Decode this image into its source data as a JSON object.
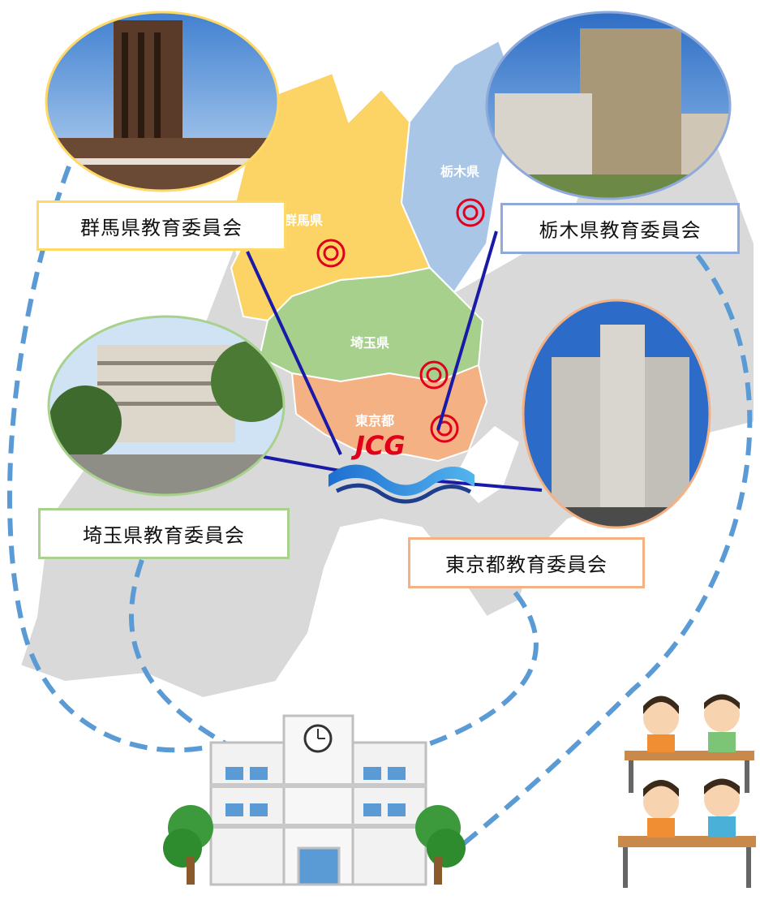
{
  "map": {
    "prefectures": [
      {
        "name": "群馬県",
        "color": "#FCD466"
      },
      {
        "name": "栃木県",
        "color": "#A9C6E6"
      },
      {
        "name": "埼玉県",
        "color": "#A8D08D"
      },
      {
        "name": "東京都",
        "color": "#F4B183"
      }
    ],
    "land_color": "#D9D9D9",
    "marker_color": "#E0001B",
    "link_color": "#1A1AA8",
    "dash_color": "#5B9BD5"
  },
  "logo": {
    "text": "JCG"
  },
  "labels": [
    {
      "text": "群馬県教育委員会",
      "border": "#FFD966"
    },
    {
      "text": "栃木県教育委員会",
      "border": "#8EAADB"
    },
    {
      "text": "埼玉県教育委員会",
      "border": "#A9D18E"
    },
    {
      "text": "東京都教育委員会",
      "border": "#F4B183"
    }
  ]
}
